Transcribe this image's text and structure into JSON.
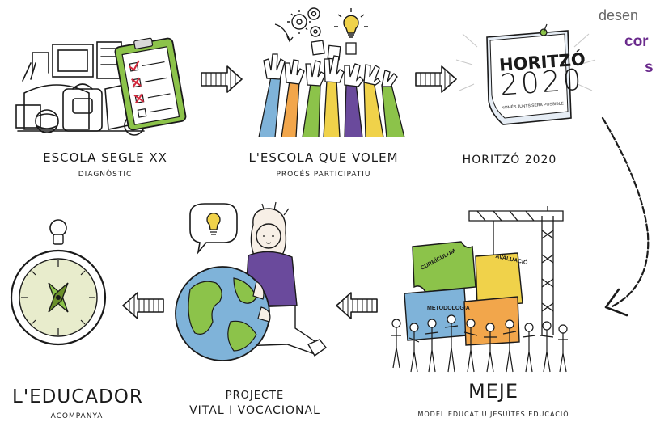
{
  "steps": [
    {
      "title": "ESCOLA SEGLE XX",
      "subtitle": "DIAGNÒSTIC"
    },
    {
      "title": "L'ESCOLA QUE VOLEM",
      "subtitle": "PROCÉS PARTICIPATIU"
    },
    {
      "title": "HORITZÓ 2020",
      "subtitle": ""
    },
    {
      "title": "MEJE",
      "subtitle": "MODEL EDUCATIU JESUÏTES EDUCACIÓ"
    },
    {
      "title_line1": "PROJECTE",
      "title_line2": "VITAL I VOCACIONAL"
    },
    {
      "title": "L'EDUCADOR",
      "subtitle": "ACOMPANYA"
    }
  ],
  "calendar": {
    "label": "HORITZÓ",
    "year": "2020",
    "tagline": "NOMÉS JUNTS SERÀ POSSIBLE"
  },
  "puzzle": {
    "pieces": [
      "CURRÍCULUM",
      "AVALUACIÓ",
      "METODOLOGIA",
      ""
    ]
  },
  "corner_text": {
    "line1": "desen",
    "line2": "cor",
    "line3": "s"
  },
  "colors": {
    "ink": "#1a1a1a",
    "green": "#8cc34a",
    "purple": "#6a4a9c",
    "blue": "#7fb3d9",
    "yellow": "#f0d24a",
    "orange": "#f2a64b"
  }
}
